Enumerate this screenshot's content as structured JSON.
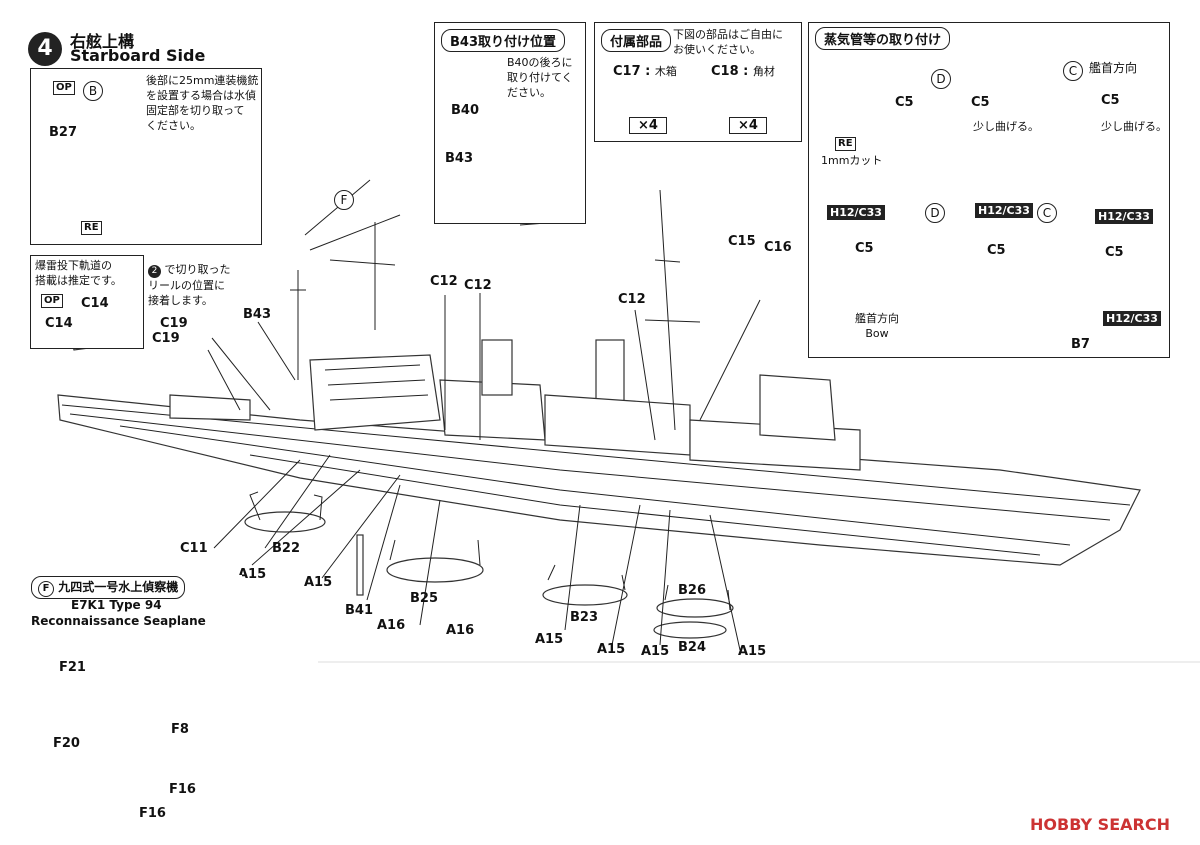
{
  "step": {
    "number": "4",
    "title_jp": "右舷上構",
    "title_en": "Starboard Side"
  },
  "detail_b": {
    "op_tag": "OP",
    "circle": "B",
    "note": [
      "後部に25mm連装機銃",
      "を設置する場合は水偵",
      "固定部を切り取って",
      "ください。"
    ],
    "part": "B27",
    "re_tag": "RE"
  },
  "detail_rail": {
    "note": [
      "爆雷投下軌道の",
      "搭載は推定です。"
    ],
    "op_tag": "OP",
    "parts": [
      "C14",
      "C14"
    ]
  },
  "step2_note": {
    "circle": "2",
    "lines": [
      "で切り取った",
      "リールの位置に",
      "接着します。"
    ]
  },
  "b43_box": {
    "title": "B43取り付け位置",
    "note": [
      "B40の後ろに",
      "取り付けてく",
      "ださい。"
    ],
    "parts": [
      "B40",
      "B43"
    ]
  },
  "accessory_box": {
    "title": "付属部品",
    "note": [
      "下図の部品はご自由に",
      "お使いください。"
    ],
    "items": [
      {
        "part": "C17",
        "desc": "木箱",
        "qty": "×4"
      },
      {
        "part": "C18",
        "desc": "角材",
        "qty": "×4"
      }
    ]
  },
  "steam_box": {
    "title": "蒸気管等の取り付け",
    "circle_d": "D",
    "circle_c": "C",
    "bow_dir_jp": "艦首方向",
    "part_c5": "C5",
    "bend_note": "少し曲げる。",
    "re_tag": "RE",
    "cut_note": "1mmカット",
    "h12": "H12/C33",
    "b7": "B7",
    "bow_en": "Bow"
  },
  "main_labels": {
    "f_circle": "F",
    "b43": "B43",
    "c19": "C19",
    "c12": "C12",
    "c15": "C15",
    "c16": "C16",
    "c11": "C11",
    "b22": "B22",
    "a15": "A15",
    "a16": "A16",
    "b41": "B41",
    "b25": "B25",
    "b23": "B23",
    "b26": "B26",
    "b24": "B24"
  },
  "seaplane_box": {
    "circle": "F",
    "title_jp": "九四式一号水上偵察機",
    "title_en1": "E7K1 Type 94",
    "title_en2": "Reconnaissance Seaplane",
    "parts": [
      "F21",
      "F8",
      "F20",
      "F16",
      "F16"
    ]
  },
  "watermark": "HOBBY SEARCH"
}
